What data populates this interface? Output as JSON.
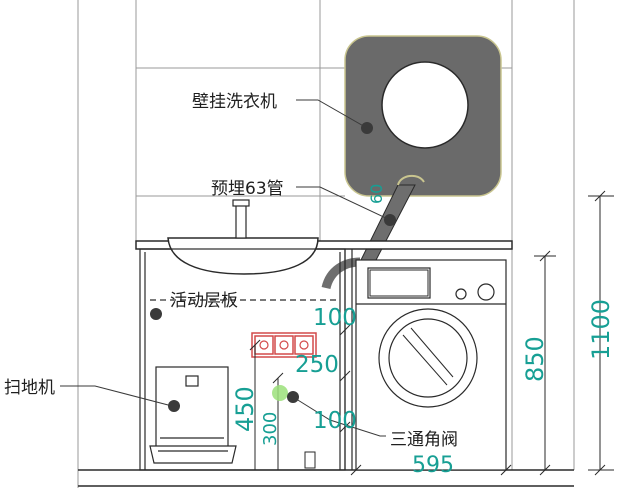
{
  "labels": {
    "wall_washer": "壁挂洗衣机",
    "pipe": "预埋63管",
    "shelf": "活动层板",
    "robot_vacuum": "扫地机",
    "angle_valve": "三通角阀"
  },
  "dimensions": {
    "pipe_dia": "60",
    "d100_top": "100",
    "d250": "250",
    "d100_bottom": "100",
    "d450": "450",
    "d300": "300",
    "d850": "850",
    "d1100": "1100",
    "d595": "595"
  },
  "colors": {
    "line": "#2a2a2a",
    "dimension": "#179f94",
    "appliance_fill": "#6a6a6a",
    "socket": "#d24a4a",
    "marker": "#3a3a3a",
    "valve_highlight": "#9be07a"
  }
}
